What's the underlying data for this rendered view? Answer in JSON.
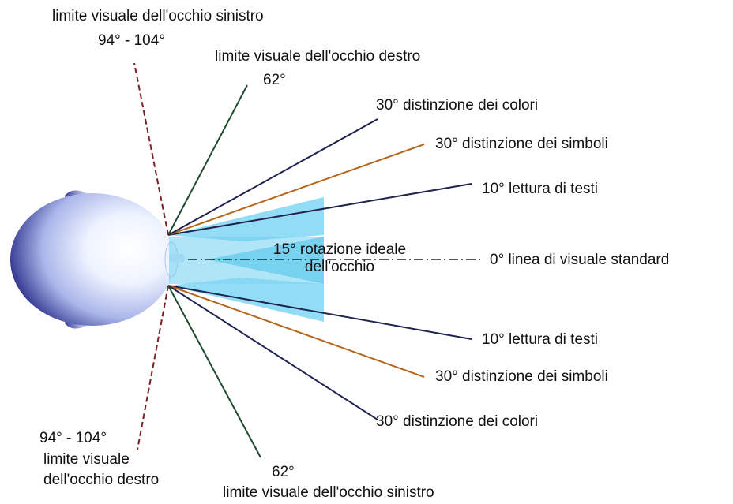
{
  "colors": {
    "cone_fill": "#7fd6f3",
    "cone_edge": "#56c3ea",
    "line_navy": "#1e2350",
    "line_orange": "#b5661d",
    "line_green": "#1f4a2f",
    "line_dashed": "#7a2020",
    "center_line": "#222222",
    "head_dark": "#2b2f8a",
    "head_light": "#f3f7ff"
  },
  "labels": {
    "top_left_limit": "limite visuale dell'occhio sinistro",
    "top_left_angle": "94° - 104°",
    "top_right_limit": "limite visuale dell'occhio destro",
    "top_right_angle": "62°",
    "colors_top": "30°  distinzione dei colori",
    "symbols_top": "30°  distinzione dei simboli",
    "reading_top": "10°  lettura di testi",
    "standard_line": "0° linea di visuale standard",
    "ideal_rotation_1": "15° rotazione ideale",
    "ideal_rotation_2": "dell'occhio",
    "reading_bottom": "10°  lettura di testi",
    "symbols_bottom": "30°  distinzione dei simboli",
    "colors_bottom": "30°  distinzione dei colori",
    "bottom_left_angle": "94° - 104°",
    "bottom_left_limit_1": "limite visuale",
    "bottom_left_limit_2": "dell'occhio destro",
    "bottom_right_angle": "62°",
    "bottom_right_limit": "limite visuale dell'occhio sinistro"
  }
}
